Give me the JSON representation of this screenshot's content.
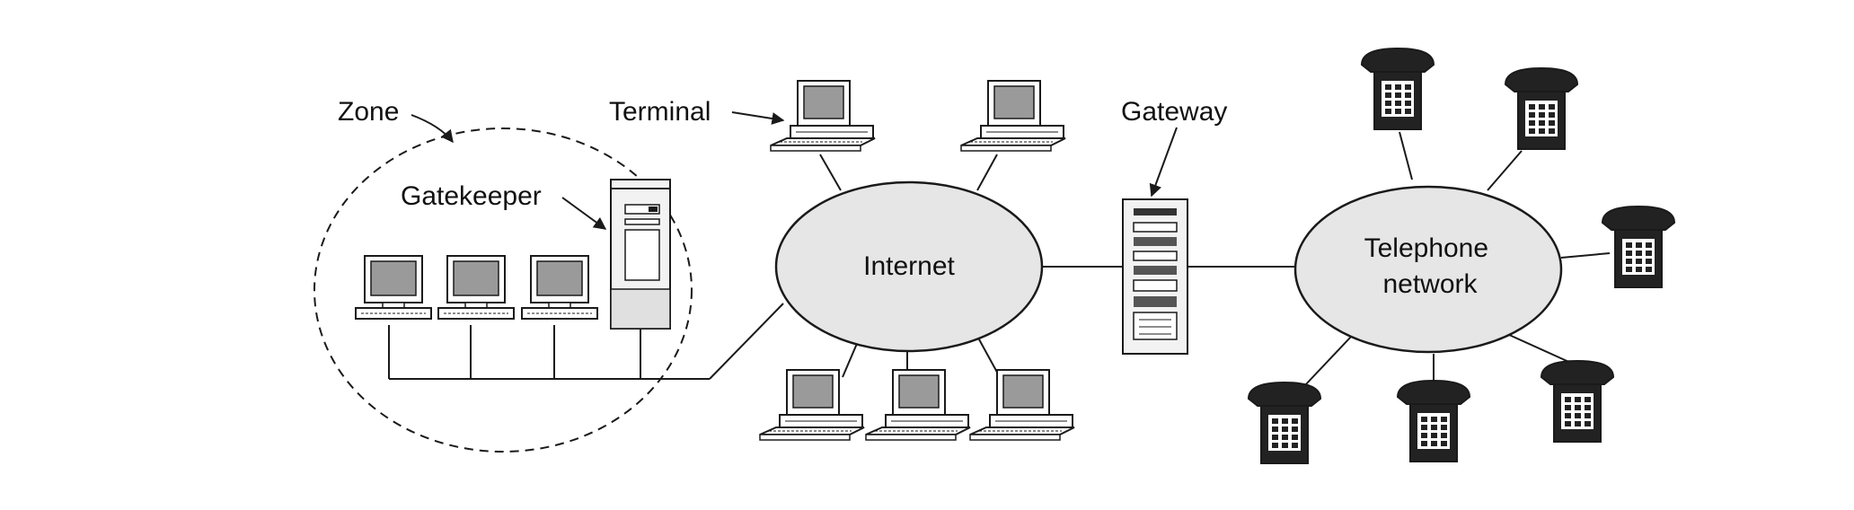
{
  "labels": {
    "zone": "Zone",
    "terminal": "Terminal",
    "gatekeeper": "Gatekeeper",
    "internet": "Internet",
    "gateway": "Gateway",
    "telephone_line1": "Telephone",
    "telephone_line2": "network"
  },
  "colors": {
    "cloud_fill": "#e6e6e6",
    "stroke": "#1a1a1a",
    "screen": "#9a9a9a",
    "phone_body": "#222222",
    "server_fill": "#f2f2f2"
  }
}
